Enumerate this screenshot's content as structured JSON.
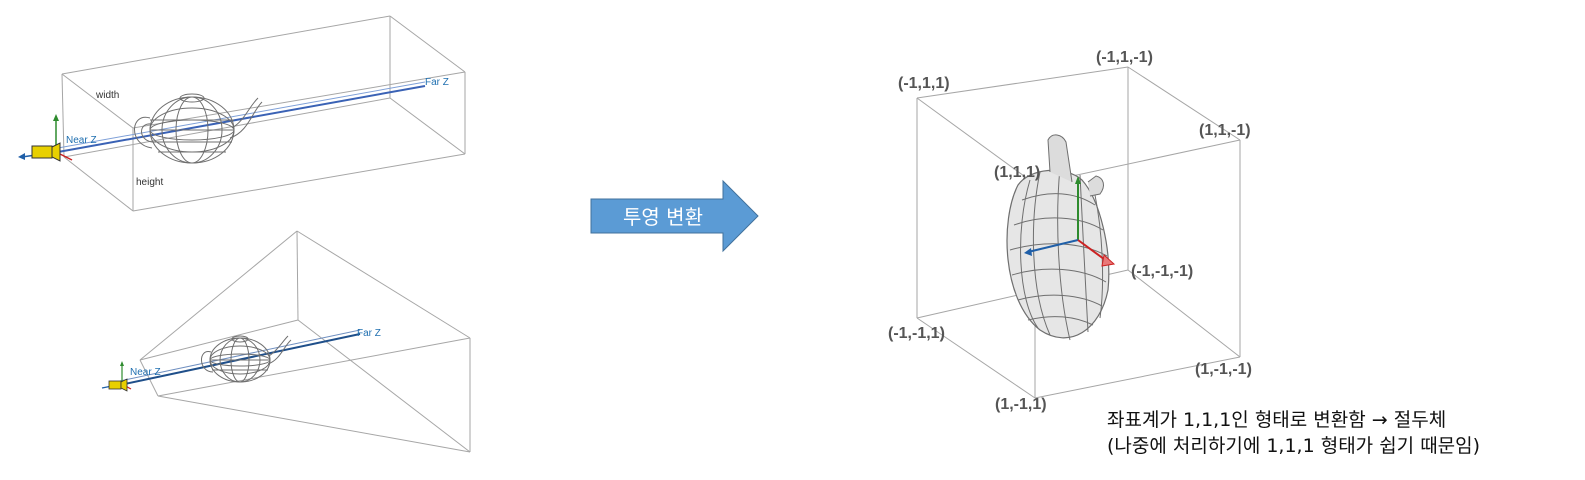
{
  "top_frustum": {
    "width_label": "width",
    "height_label": "height",
    "near_label": "Near Z",
    "far_label": "Far Z"
  },
  "bottom_frustum": {
    "near_label": "Near Z",
    "far_label": "Far Z"
  },
  "arrow": {
    "label": "투영 변환",
    "fill_color": "#5b9bd5"
  },
  "cube": {
    "corners": [
      "(-1,1,-1)",
      "(-1,1,1)",
      "(1,1,-1)",
      "(1,1,1)",
      "(-1,-1,-1)",
      "(-1,-1,1)",
      "(1,-1,-1)",
      "(1,-1,1)"
    ]
  },
  "caption": {
    "line1": "좌표계가 1,1,1인 형태로 변환함 → 절두체",
    "line2": "(나중에 처리하기에 1,1,1 형태가 쉽기 때문임)"
  },
  "colors": {
    "camera_body": "#e8d000",
    "axis_blue": "#1f5fa8",
    "axis_green": "#2e8b2e",
    "axis_red": "#cc2222"
  }
}
